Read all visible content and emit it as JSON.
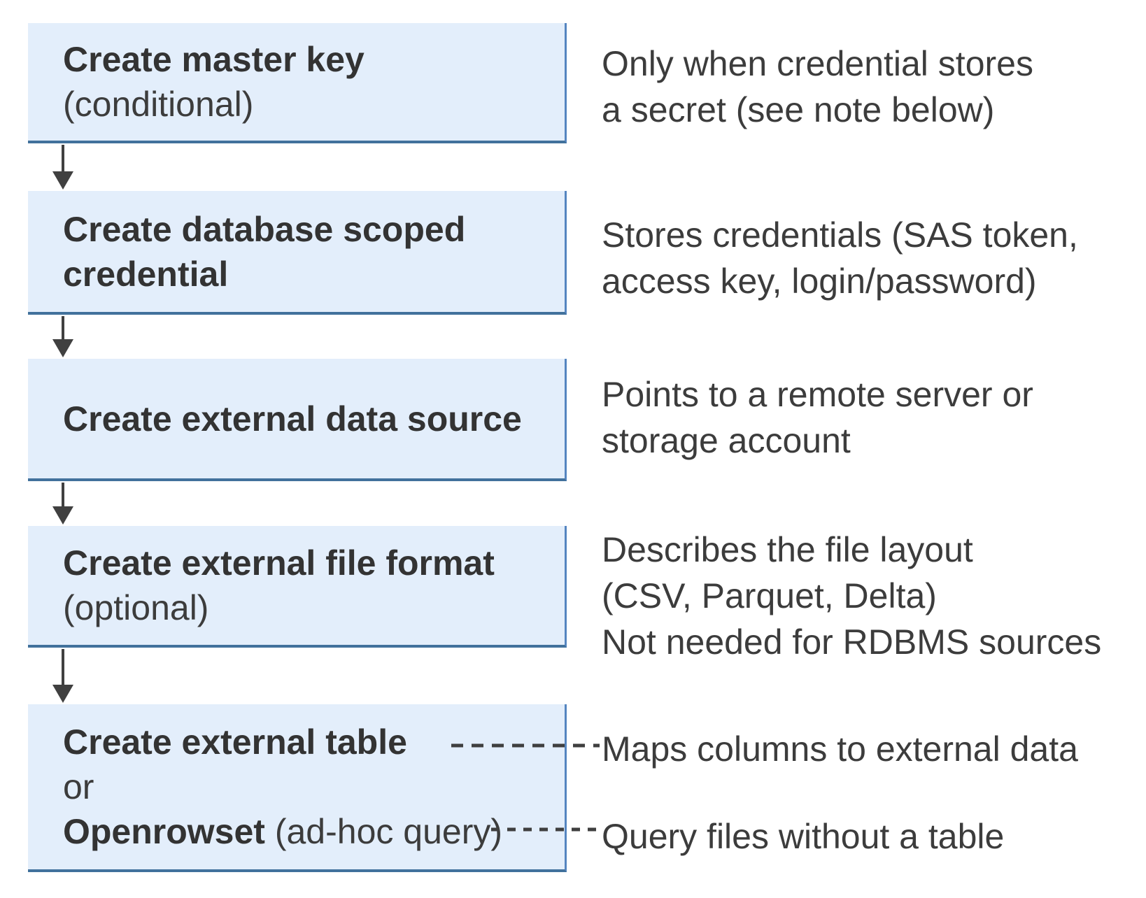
{
  "diagram": {
    "steps": [
      {
        "title": "Create master key",
        "qualifier": "(conditional)",
        "note": "Only when credential stores\na secret (see note below)"
      },
      {
        "title": "Create database scoped credential",
        "note": "Stores credentials (SAS token,\naccess key, login/password)"
      },
      {
        "title": "Create external data source",
        "note": "Points to a remote server or\nstorage account"
      },
      {
        "title": "Create external file format",
        "qualifier": "(optional)",
        "note": "Describes the file layout\n(CSV, Parquet, Delta)\nNot needed for RDBMS sources"
      },
      {
        "title": "Create external table",
        "or_label": "or",
        "alt_title": "Openrowset",
        "alt_qualifier": " (ad-hoc query)",
        "note_table": "Maps columns to external data",
        "note_openrowset": "Query files without a table"
      }
    ],
    "colors": {
      "box_fill": "#e3eefb",
      "box_border_right": "#5585c0",
      "box_border_bottom": "#41719c",
      "title_text": "#333333",
      "body_text": "#3c3c3c",
      "arrow": "#404040"
    }
  }
}
